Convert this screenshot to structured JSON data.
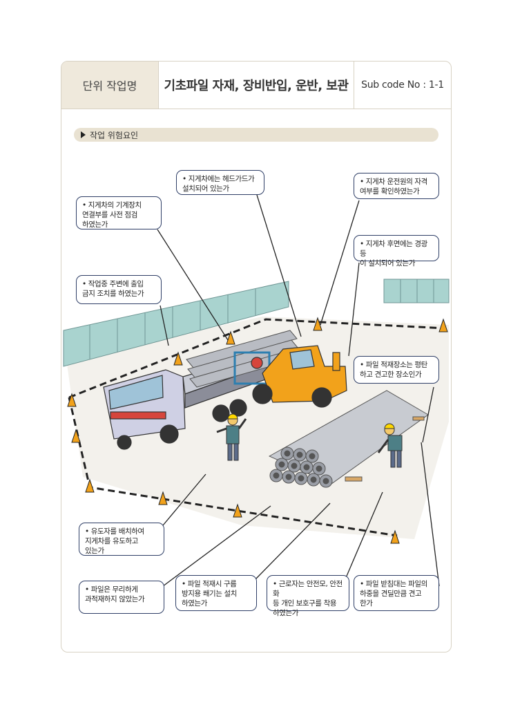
{
  "header": {
    "unit_label": "단위 작업명",
    "task_title": "기초파일 자재, 장비반입, 운반, 보관",
    "sub_code": "Sub code No : 1-1"
  },
  "section": {
    "title": "작업 위험요인"
  },
  "colors": {
    "navy": "#2e3e66",
    "beige": "#efe9dc",
    "fence": "#a9d3cf",
    "forklift": "#f2a21b",
    "truck_cab": "#cfd0e4"
  },
  "callouts": [
    {
      "id": "mechanical-inspection",
      "text": "• 지게차의 기계장치\n연결부를 사전 점검\n하였는가"
    },
    {
      "id": "head-guard",
      "text": "• 지게차에는 헤드가드가\n설치되어 있는가"
    },
    {
      "id": "driver-license",
      "text": "• 지게차 운전원의 자격\n여부를 확인하였는가"
    },
    {
      "id": "warning-light",
      "text": "• 지게차 후면에는 경광등\n이 설치되어 있는가"
    },
    {
      "id": "access-control",
      "text": "• 작업중 주변에 출입\n금지 조치를 하였는가"
    },
    {
      "id": "flat-ground",
      "text": "• 파일 적재장소는 평탄\n하고 견고한 장소인가"
    },
    {
      "id": "signal-person",
      "text": "• 유도자를 배치하여\n지게차를 유도하고\n있는가"
    },
    {
      "id": "no-overstack",
      "text": "• 파일은 무리하게\n과적재하지 않았는가"
    },
    {
      "id": "anti-roll-wedge",
      "text": "• 파일 적재시 구름\n방지용 쐐기는 설치\n하였는가"
    },
    {
      "id": "protective-gear",
      "text": "• 근로자는 안전모, 안전화\n등 개인 보호구를 착용\n하였는가"
    },
    {
      "id": "pile-support",
      "text": "• 파일 받침대는 파일의\n하중을 견딜만큼 견고\n한가"
    }
  ]
}
